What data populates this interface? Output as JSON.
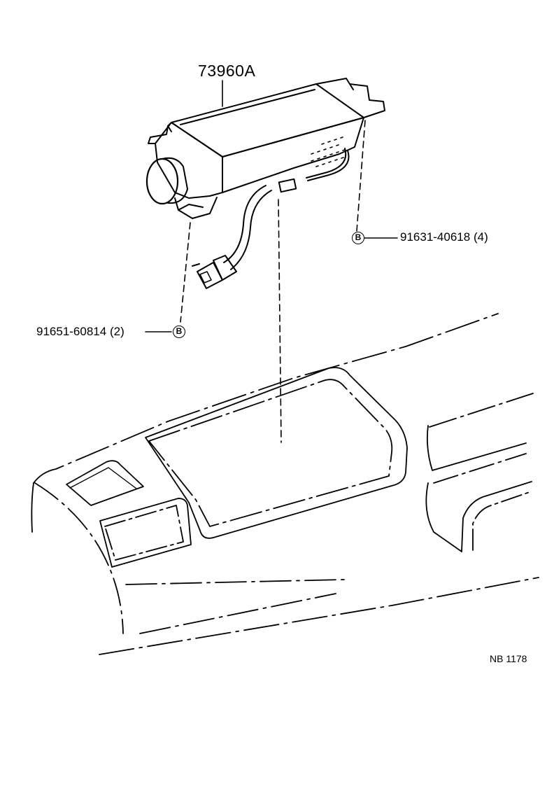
{
  "parts": {
    "main_part_number": "73960A",
    "fastener_right": {
      "callout": "B",
      "part_number": "91631-40618",
      "quantity": "(4)"
    },
    "fastener_left": {
      "callout": "B",
      "part_number": "91651-60814",
      "quantity": "(2)"
    }
  },
  "illustration_code": "NB 1178",
  "colors": {
    "ink": "#000000",
    "paper": "#ffffff"
  }
}
